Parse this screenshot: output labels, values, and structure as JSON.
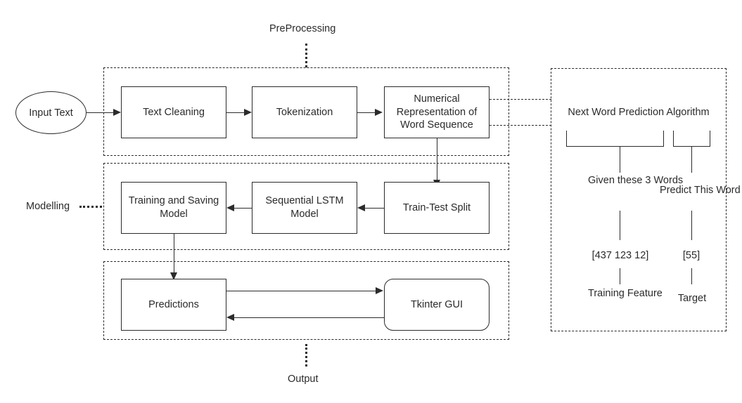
{
  "diagram": {
    "title_hidden": "",
    "stages": {
      "preprocessing_label": "PreProcessing",
      "modelling_label": "Modelling",
      "output_label": "Output"
    },
    "nodes": {
      "input_text": "Input Text",
      "text_cleaning": "Text Cleaning",
      "tokenization": "Tokenization",
      "numerical_representation": "Numerical Representation of Word Sequence",
      "train_test_split": "Train-Test Split",
      "sequential_lstm_model": "Sequential LSTM Model",
      "training_and_saving_model": "Training and Saving Model",
      "predictions": "Predictions",
      "tkinter_gui": "Tkinter GUI"
    },
    "algorithm_panel": {
      "title": "Next Word Prediction Algorithm",
      "left_branch": {
        "description": "Given these 3 Words",
        "value": "[437 123 12]",
        "role": "Training Feature"
      },
      "right_branch": {
        "description": "Predict This Word",
        "value": "[55]",
        "role": "Target"
      }
    },
    "colors": {
      "stroke": "#2b2b2b",
      "background": "#ffffff",
      "text": "#2b2b2b"
    }
  }
}
